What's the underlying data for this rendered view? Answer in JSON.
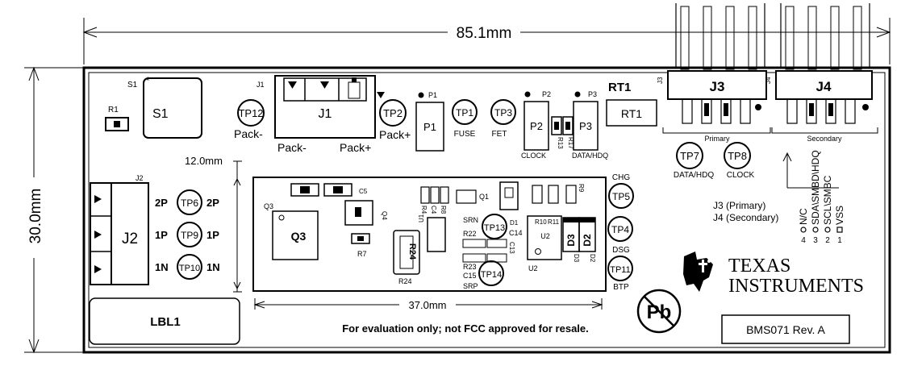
{
  "dimensions": {
    "width": "85.1mm",
    "height": "30.0mm",
    "inner_width": "37.0mm",
    "inner_height": "12.0mm"
  },
  "components": {
    "s1": "S1",
    "s1_small": "S1",
    "s1_star": "*",
    "r1": "R1",
    "j1": "J1",
    "j1_small": "J1",
    "j2": "J2",
    "j2_small": "J2",
    "j3": "J3",
    "j3_small": "J3",
    "j4": "J4",
    "j4_small": "J4",
    "rt1": "RT1",
    "rt1_box": "RT1",
    "p1": "P1",
    "p2": "P2",
    "p3": "P3",
    "q1": "Q1",
    "q3": "Q3",
    "q3_small": "Q3",
    "q4": "Q4",
    "u1": "U1",
    "u2": "U2",
    "d1": "D1",
    "d2": "D2",
    "d3": "D3",
    "r7": "R7",
    "r24": "R24",
    "lbl1": "LBL1",
    "c5": "C5",
    "r4_group": "R4",
    "c4": "C4",
    "r8": "R8",
    "r9": "R9",
    "r10": "R10",
    "r11": "R11",
    "r13": "R13",
    "r17": "R17",
    "r22": "R22",
    "r23": "R23",
    "c13": "C13",
    "c14": "C14",
    "c15": "C15",
    "u2_inner": "U2"
  },
  "test_points": {
    "tp1": "TP1",
    "tp2": "TP2",
    "tp3": "TP3",
    "tp4": "TP4",
    "tp5": "TP5",
    "tp6": "TP6",
    "tp7": "TP7",
    "tp8": "TP8",
    "tp9": "TP9",
    "tp10": "TP10",
    "tp11": "TP11",
    "tp12": "TP12",
    "tp13": "TP13",
    "tp14": "TP14"
  },
  "labels": {
    "pack_minus": "Pack-",
    "pack_plus": "Pack+",
    "j1_pack_minus": "Pack-",
    "j1_pack_plus": "Pack+",
    "fuse": "FUSE",
    "fet": "FET",
    "clock": "CLOCK",
    "data_hdq": "DATA/HDQ",
    "primary": "Primary",
    "secondary": "Secondary",
    "tp7_label": "DATA/HDQ",
    "tp8_label": "CLOCK",
    "chg": "CHG",
    "dsg": "DSG",
    "btp": "BTP",
    "srn": "SRN",
    "srp": "SRP",
    "p1_pin": "P1",
    "p2_pin": "P2",
    "p3_pin": "P3",
    "two_p_left": "2P",
    "two_p_right": "2P",
    "one_p_left": "1P",
    "one_p_right": "1P",
    "one_n_left": "1N",
    "one_n_right": "1N",
    "j3_primary": "J3 (Primary)",
    "j4_secondary": "J4 (Secondary)",
    "pin_nc": "N/C",
    "pin_sda": "SDA\\SMBD\\HDQ",
    "pin_scl": "SCL\\SMBC",
    "pin_vss": "VSS",
    "pin4": "4",
    "pin3": "3",
    "pin2": "2",
    "pin1": "1"
  },
  "footer": {
    "notice": "For evaluation only; not FCC approved for resale.",
    "revision": "BMS071 Rev. A",
    "pb_symbol": "Pb",
    "company_line1": "TEXAS",
    "company_line2": "INSTRUMENTS"
  }
}
